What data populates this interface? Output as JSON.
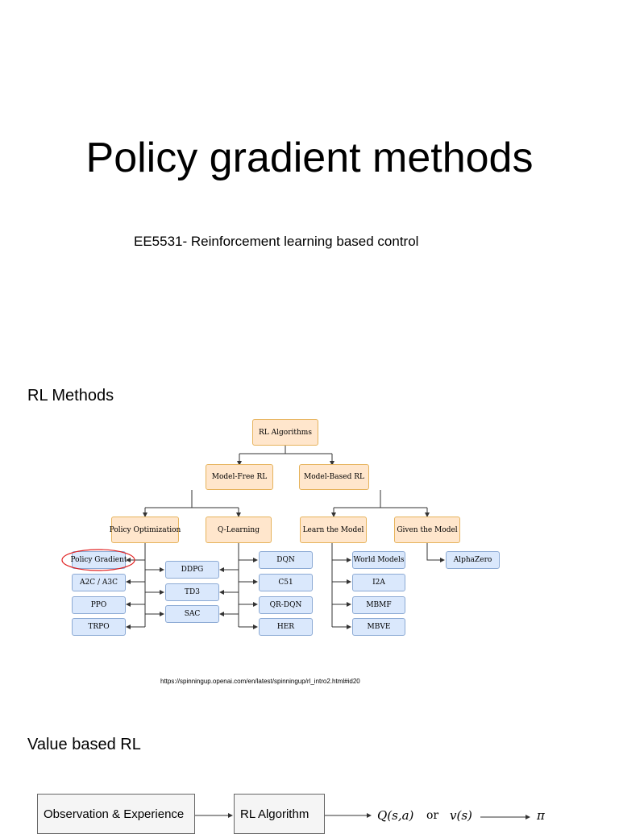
{
  "slide": {
    "title": "Policy gradient methods",
    "subtitle": "EE5531- Reinforcement learning based control"
  },
  "rl_methods": {
    "heading": "RL Methods",
    "source_url": "https://spinningup.openai.com/en/latest/spinningup/rl_intro2.html#id20",
    "highlight_color": "#e02020",
    "nodes": {
      "root": "RL Algorithms",
      "model_free": "Model-Free RL",
      "model_based": "Model-Based RL",
      "policy_opt": "Policy Optimization",
      "q_learning": "Q-Learning",
      "learn_model": "Learn the Model",
      "given_model": "Given the Model",
      "policy_gradient": "Policy Gradient",
      "a2c": "A2C / A3C",
      "ppo": "PPO",
      "trpo": "TRPO",
      "ddpg": "DDPG",
      "td3": "TD3",
      "sac": "SAC",
      "dqn": "DQN",
      "c51": "C51",
      "qr_dqn": "QR-DQN",
      "her": "HER",
      "world_models": "World Models",
      "i2a": "I2A",
      "mbmf": "MBMF",
      "mbve": "MBVE",
      "alphazero": "AlphaZero"
    }
  },
  "value_based": {
    "heading": "Value based RL",
    "observation_label": "Observation & Experience",
    "algorithm_label": "RL Algorithm",
    "q_func": "Q(s,a)",
    "or_text": "or",
    "v_func": "v(s)",
    "policy": "π"
  }
}
